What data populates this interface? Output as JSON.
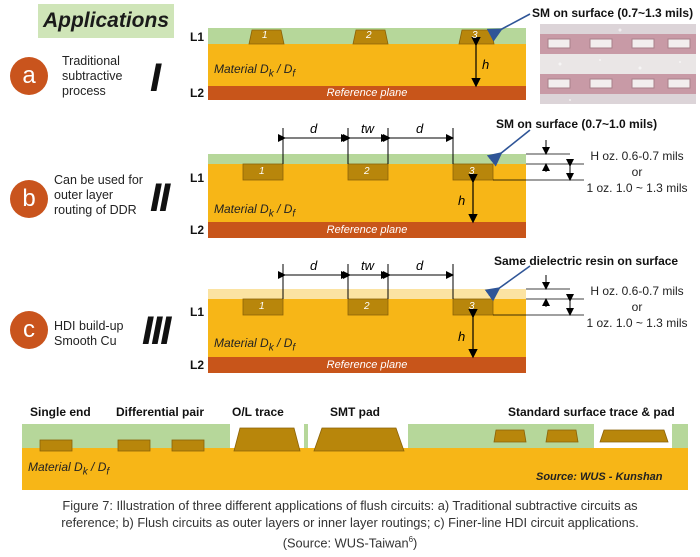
{
  "title": "Applications",
  "layers": {
    "top": "L1",
    "bottom": "L2"
  },
  "material_label": "Material D",
  "material_sub_k": "k",
  "material_sub_f": "f",
  "reference_plane": "Reference plane",
  "dims": {
    "d": "d",
    "tw": "tw",
    "h": "h"
  },
  "rows": [
    {
      "letter": "a",
      "roman": "I",
      "desc": [
        "Traditional",
        "subtractive",
        "process"
      ],
      "callout": "SM on surface (0.7~1.3 mils)",
      "traces": [
        "1",
        "2",
        "3"
      ]
    },
    {
      "letter": "b",
      "roman": "II",
      "desc": [
        "Can be used for",
        "outer layer",
        "routing of DDR"
      ],
      "callout": "SM on surface (0.7~1.0 mils)",
      "traces": [
        "1",
        "2",
        "3"
      ],
      "note": [
        "H oz. 0.6-0.7 mils",
        "or",
        "1 oz. 1.0 ~ 1.3 mils"
      ]
    },
    {
      "letter": "c",
      "roman": "III",
      "desc": [
        "HDI build-up",
        "Smooth Cu"
      ],
      "callout": "Same dielectric resin on surface",
      "traces": [
        "1",
        "2",
        "3"
      ],
      "note": [
        "H oz. 0.6-0.7 mils",
        "or",
        "1 oz. 1.0 ~ 1.3 mils"
      ]
    }
  ],
  "bottom_labels": {
    "single_end": "Single end",
    "diff_pair": "Differential pair",
    "ol_trace": "O/L trace",
    "smt_pad": "SMT pad",
    "standard": "Standard surface trace & pad",
    "source": "Source: WUS - Kunshan"
  },
  "caption": {
    "line1": "Figure 7: Illustration of three different applications of flush circuits: a) Traditional subtractive circuits as",
    "line2": "reference; b) Flush circuits as outer layers or inner layer routings; c) Finer-line HDI circuit applications.",
    "line3": "(Source: WUS-Taiwan",
    "line3_sup": "6",
    "line3_end": ")"
  },
  "colors": {
    "dielectric": "#f7b617",
    "copper": "#b8860b",
    "reference": "#c8551a",
    "solder_mask": "#b6d79a",
    "resin": "#fbe3a2",
    "circle": "#c9541d",
    "arrow": "#2f5597"
  }
}
